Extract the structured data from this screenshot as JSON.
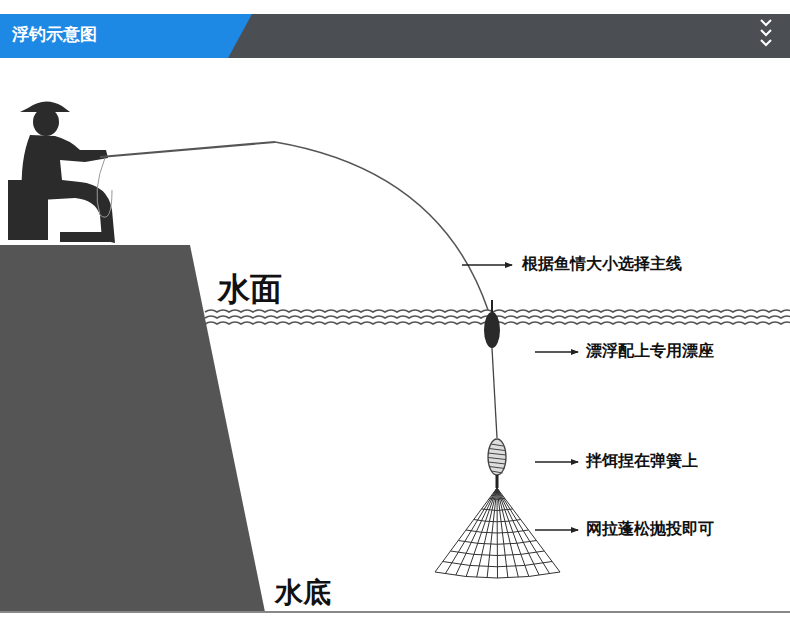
{
  "diagram": {
    "title": "浮钓示意图",
    "labels": [
      "根据鱼情大小选择主线",
      "水面",
      "漂浮配上专用漂座",
      "拌饵捏在弹簧上",
      "网拉蓬松抛投即可",
      "水底"
    ]
  }
}
